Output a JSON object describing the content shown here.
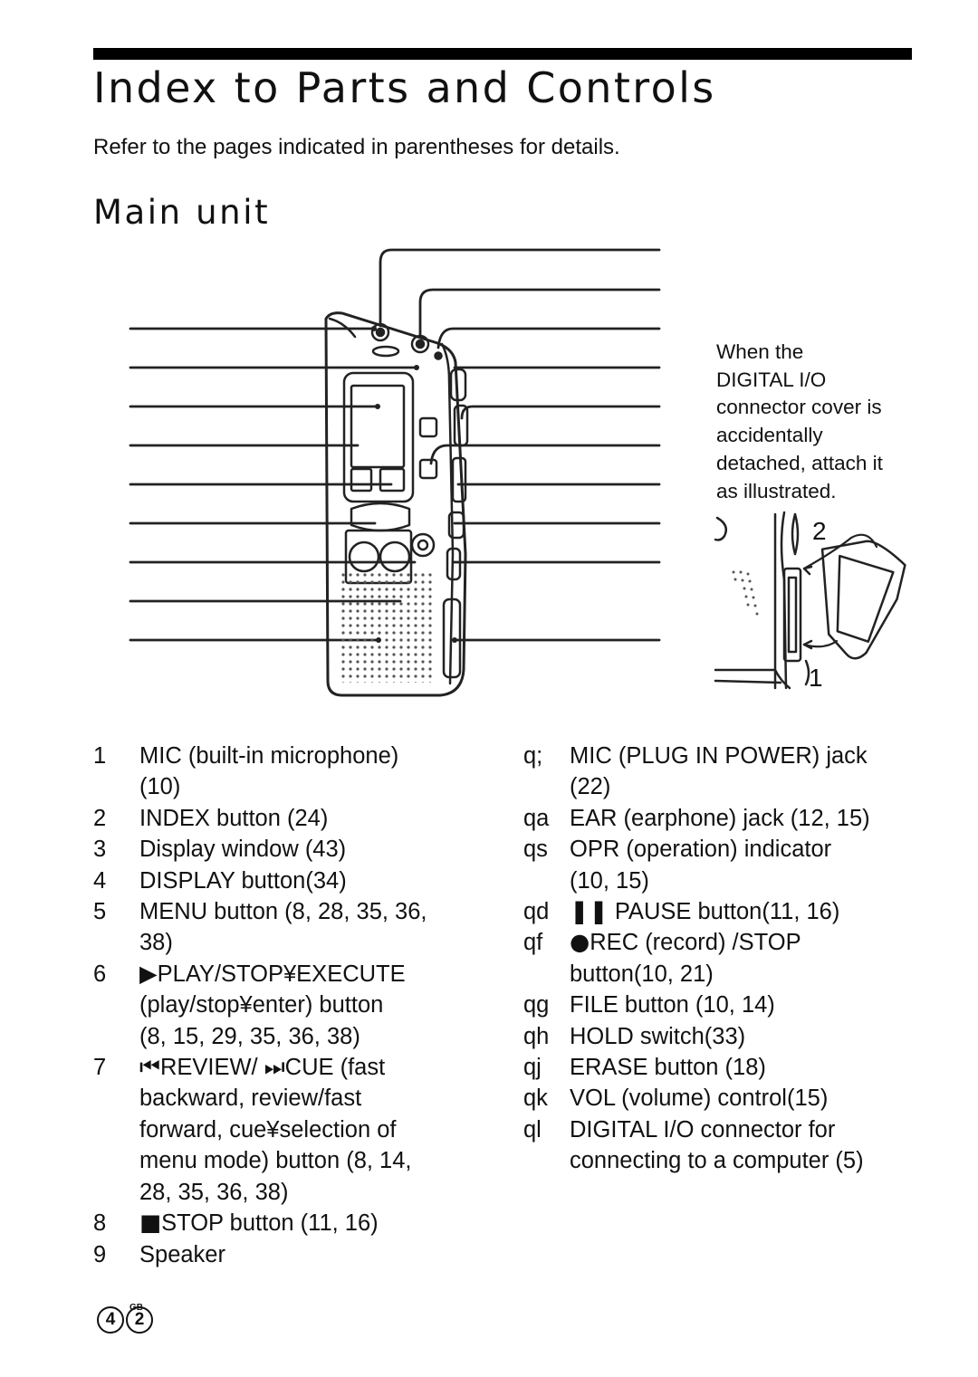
{
  "page": {
    "title": "Index to Parts and Controls",
    "intro": "Refer to the pages indicated in parentheses for details.",
    "section": "Main unit",
    "note_lines": [
      "When the",
      "DIGITAL I/O",
      "connector cover is",
      "accidentally",
      "detached, attach it",
      "as illustrated."
    ],
    "step_labels": {
      "one": "1",
      "two": "2"
    },
    "page_number": {
      "d1": "4",
      "d2": "2",
      "region": "GB"
    }
  },
  "parts_left": [
    {
      "key": "1",
      "lines": [
        "MIC (built-in microphone)",
        "(10)"
      ]
    },
    {
      "key": "2",
      "lines": [
        "INDEX button (24)"
      ]
    },
    {
      "key": "3",
      "lines": [
        "Display window (43)"
      ]
    },
    {
      "key": "4",
      "lines": [
        "DISPLAY button(34)"
      ]
    },
    {
      "key": "5",
      "lines": [
        "MENU button (8, 28, 35, 36,",
        "38)"
      ]
    },
    {
      "key": "6",
      "symbol": "▶",
      "lines": [
        "PLAY/STOP¥EXECUTE",
        "(play/stop¥enter) button",
        "(8, 15, 29, 35, 36, 38)"
      ]
    },
    {
      "key": "7",
      "symbol": "⏮",
      "lines": [
        "REVIEW/ ⏭CUE (fast",
        "backward, review/fast",
        "forward, cue¥selection of",
        "menu mode) button  (8, 14,",
        "28, 35, 36, 38)"
      ]
    },
    {
      "key": "8",
      "symbol": "■",
      "lines": [
        "STOP button (11, 16)"
      ]
    },
    {
      "key": "9",
      "lines": [
        "Speaker"
      ]
    }
  ],
  "parts_right": [
    {
      "key": "q;",
      "lines": [
        "MIC (PLUG IN POWER) jack",
        "(22)"
      ]
    },
    {
      "key": "qa",
      "lines": [
        "EAR (earphone) jack (12, 15)"
      ]
    },
    {
      "key": "qs",
      "lines": [
        "OPR (operation) indicator",
        "(10, 15)"
      ]
    },
    {
      "key": "qd",
      "symbol": "❚❚",
      "lines": [
        " PAUSE button(11, 16)"
      ]
    },
    {
      "key": "qf",
      "symbol": "●",
      "lines": [
        "REC (record) /STOP",
        "button(10, 21)"
      ]
    },
    {
      "key": "qg",
      "lines": [
        "FILE button (10, 14)"
      ]
    },
    {
      "key": "qh",
      "lines": [
        "HOLD switch(33)"
      ]
    },
    {
      "key": "qj",
      "lines": [
        "ERASE button (18)"
      ]
    },
    {
      "key": "qk",
      "lines": [
        "VOL (volume) control(15)"
      ]
    },
    {
      "key": "ql",
      "lines": [
        "DIGITAL  I/O connector for",
        "connecting to a computer (5)"
      ]
    }
  ]
}
